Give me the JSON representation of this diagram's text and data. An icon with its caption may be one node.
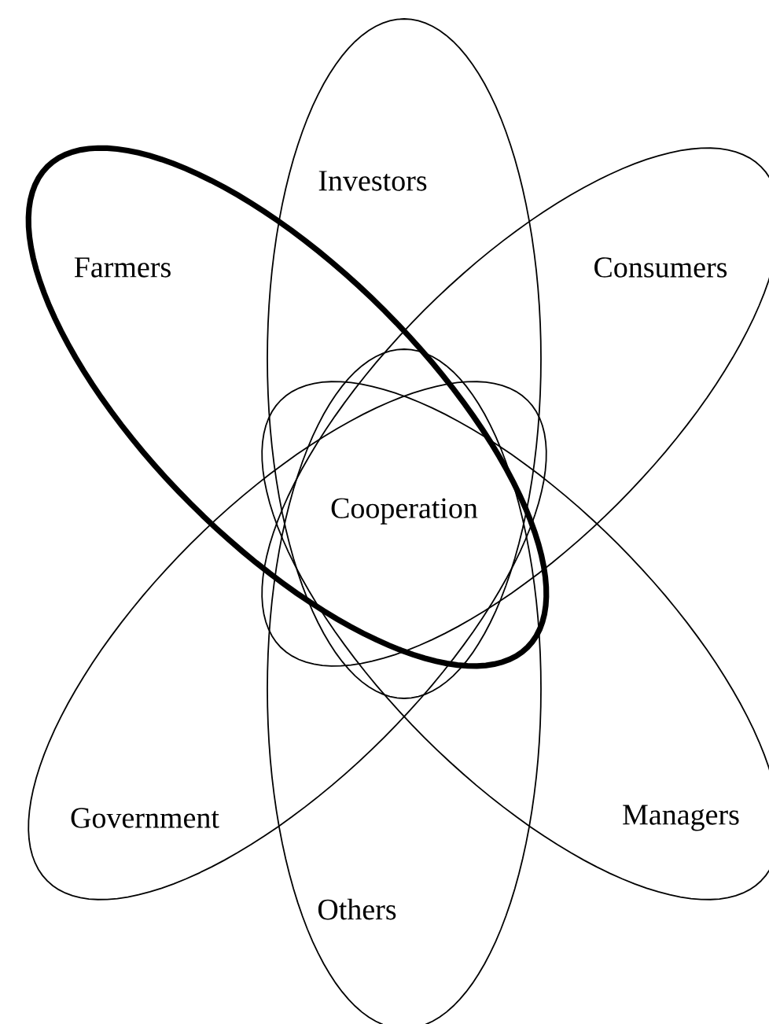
{
  "diagram": {
    "nodes": [
      {
        "text": [
          "Investors"
        ]
      },
      {
        "text": [
          "Farmers"
        ]
      },
      {
        "text": [
          "Consumers"
        ]
      },
      {
        "text": [
          "Government"
        ]
      },
      {
        "text": [
          "Managers"
        ]
      },
      {
        "text": [
          "Others"
        ]
      }
    ],
    "labels": [
      "Cooperation"
    ]
  }
}
